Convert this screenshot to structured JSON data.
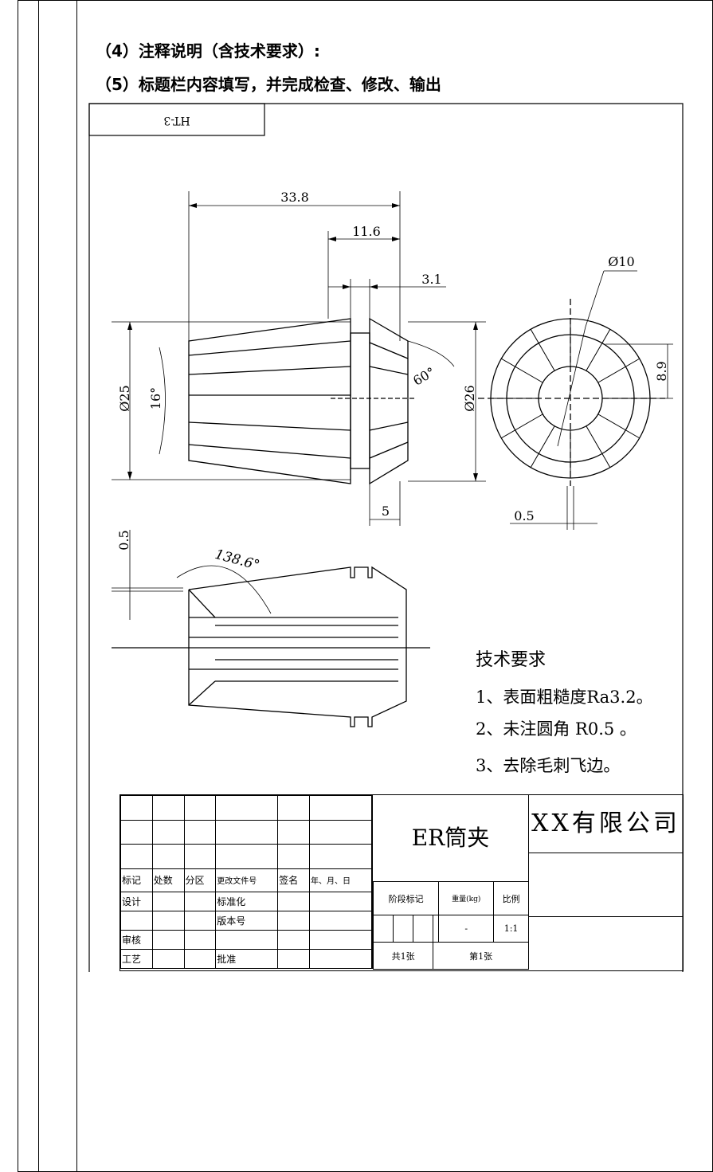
{
  "steps": [
    "（4）注释说明（含技术要求）:",
    "（5）标题栏内容填写，并完成检查、修改、输出"
  ],
  "drawing": {
    "label_box": "HT-3",
    "dims": {
      "overall_length": "33.8",
      "front_length": "11.6",
      "groove_width": "3.1",
      "dia_left": "Ø25",
      "taper_angle": "16°",
      "nose_angle": "60°",
      "dia_right": "Ø26",
      "nose_width": "5",
      "bore_dia": "Ø10",
      "slot_offset": "8.9",
      "slot_width": "0.5",
      "gap": "0.5",
      "section_angle": "138.6°"
    },
    "tech_req": {
      "title": "技术要求",
      "items": [
        "1、表面粗糙度Ra3.2。",
        "2、未注圆角 R0.5 。",
        "3、去除毛刺飞边。"
      ]
    }
  },
  "title_block": {
    "headers": [
      "标记",
      "处数",
      "分区",
      "更改文件号",
      "签名",
      "年、月、日"
    ],
    "design": "设计",
    "standardize": "标准化",
    "version": "版本号",
    "review": "审核",
    "process": "工艺",
    "approve": "批准",
    "part_name": "ER筒夹",
    "company": "XX有限公司",
    "stage": "阶段标记",
    "weight": "重量(kg)",
    "scale_label": "比例",
    "weight_value": "-",
    "scale_value": "1:1",
    "sheets": "共1张",
    "sheet_no": "第1张"
  }
}
